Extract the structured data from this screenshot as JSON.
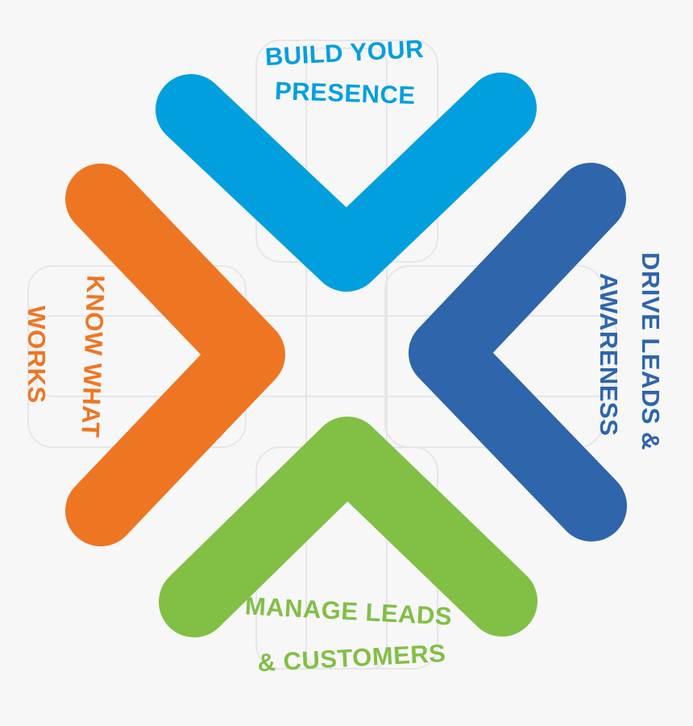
{
  "colors": {
    "background": "#f7f7f8",
    "watermark": "#e6e6ea",
    "build": "#029fdf",
    "drive": "#2e65ab",
    "manage": "#82bf45",
    "know": "#ee7623"
  },
  "segments": {
    "build": {
      "line1": "BUILD YOUR",
      "line2": "PRESENCE"
    },
    "drive": {
      "line1": "DRIVE LEADS &",
      "line2": "AWARENESS"
    },
    "manage": {
      "line1": "MANAGE LEADS",
      "line2": "& CUSTOMERS"
    },
    "know": {
      "line1": "KNOW WHAT",
      "line2": "WORKS"
    }
  }
}
